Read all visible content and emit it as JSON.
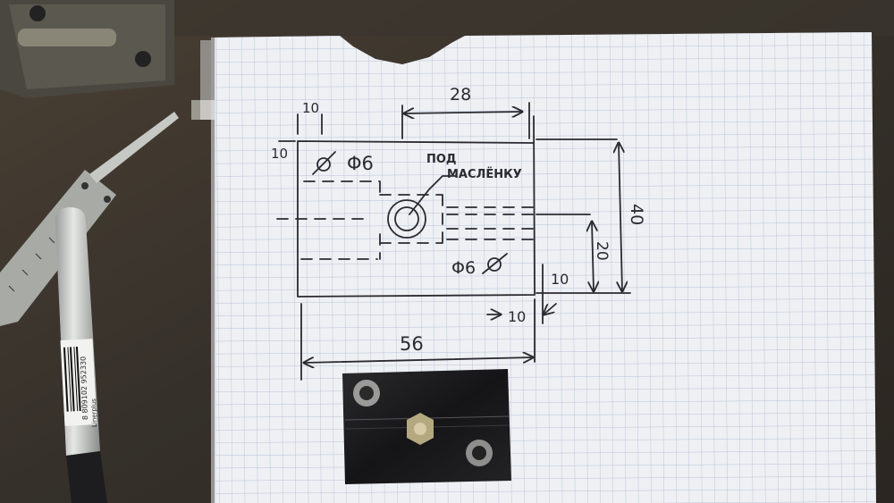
{
  "sketch": {
    "dim_top_left": "10",
    "dim_top_width": "28",
    "dim_left_top": "10",
    "hole_top_label": "Φ6",
    "oiler_label_line1": "ПОД",
    "oiler_label_line2": "МАСЛЁНКУ",
    "hole_bottom_label": "Φ6",
    "dim_height": "40",
    "dim_oiler_height": "20",
    "dim_right_offset": "10",
    "dim_bottom_offset": "10",
    "dim_width": "56"
  },
  "marker": {
    "barcode_number": "8 809102 952330",
    "brand": "Linerplus"
  },
  "colors": {
    "paper": "#eef0f4",
    "grid": "#b9c2d4",
    "ink": "#2a2a30",
    "bench": "#3a3128"
  }
}
